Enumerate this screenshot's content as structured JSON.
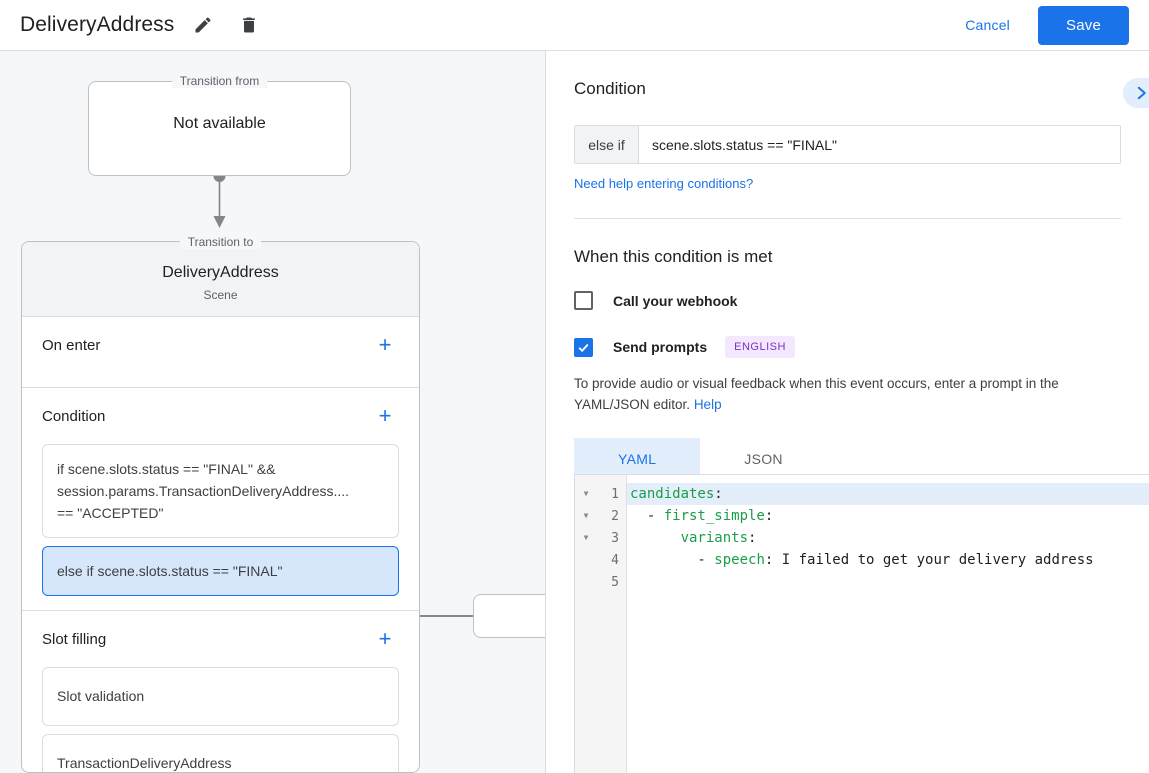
{
  "header": {
    "title": "DeliveryAddress",
    "edit_icon": "pencil-icon",
    "delete_icon": "trash-icon",
    "cancel_label": "Cancel",
    "save_label": "Save",
    "accent_color": "#1a73e8"
  },
  "canvas": {
    "transition_from": {
      "legend": "Transition from",
      "value": "Not available"
    },
    "transition_to": {
      "legend": "Transition to",
      "name": "DeliveryAddress",
      "subtitle": "Scene"
    },
    "sections": [
      {
        "title": "On enter",
        "add_label": "+",
        "items": []
      },
      {
        "title": "Condition",
        "add_label": "+",
        "items": [
          {
            "text": "if scene.slots.status == \"FINAL\" &&\nsession.params.TransactionDeliveryAddress....\n== \"ACCEPTED\"",
            "selected": false
          },
          {
            "text": "else if scene.slots.status == \"FINAL\"",
            "selected": true
          }
        ]
      },
      {
        "title": "Slot filling",
        "add_label": "+",
        "items": [
          {
            "text": "Slot validation",
            "selected": false
          },
          {
            "text": "TransactionDeliveryAddress",
            "selected": false
          }
        ]
      }
    ]
  },
  "panel": {
    "condition": {
      "title": "Condition",
      "prefix": "else if",
      "value": "scene.slots.status == \"FINAL\"",
      "placeholder": "Enter a condition",
      "help_link": "Need help entering conditions?"
    },
    "when_met": {
      "title": "When this condition is met",
      "webhook": {
        "label": "Call your webhook",
        "checked": false
      },
      "prompts": {
        "label": "Send prompts",
        "checked": true,
        "badge": "ENGLISH",
        "badge_bg": "#f3e8fd",
        "badge_fg": "#7c31c4"
      },
      "description": "To provide audio or visual feedback when this event occurs, enter a prompt in the YAML/JSON editor.",
      "description_link": "Help"
    },
    "editor": {
      "tabs": [
        {
          "label": "YAML",
          "active": true
        },
        {
          "label": "JSON",
          "active": false
        }
      ],
      "lines": [
        {
          "number": "1",
          "fold": true,
          "active": true,
          "segments": [
            {
              "t": "candidates",
              "c": "key"
            },
            {
              "t": ":",
              "c": "punct"
            }
          ]
        },
        {
          "number": "2",
          "fold": true,
          "active": false,
          "segments": [
            {
              "t": "  - ",
              "c": "punct"
            },
            {
              "t": "first_simple",
              "c": "key"
            },
            {
              "t": ":",
              "c": "punct"
            }
          ]
        },
        {
          "number": "3",
          "fold": true,
          "active": false,
          "segments": [
            {
              "t": "      ",
              "c": "punct"
            },
            {
              "t": "variants",
              "c": "key"
            },
            {
              "t": ":",
              "c": "punct"
            }
          ]
        },
        {
          "number": "4",
          "fold": false,
          "active": false,
          "segments": [
            {
              "t": "        - ",
              "c": "punct"
            },
            {
              "t": "speech",
              "c": "key"
            },
            {
              "t": ": I failed to get your delivery address",
              "c": "val"
            }
          ]
        },
        {
          "number": "5",
          "fold": false,
          "active": false,
          "segments": []
        }
      ]
    },
    "next_button_icon": "chevron-right-icon"
  }
}
